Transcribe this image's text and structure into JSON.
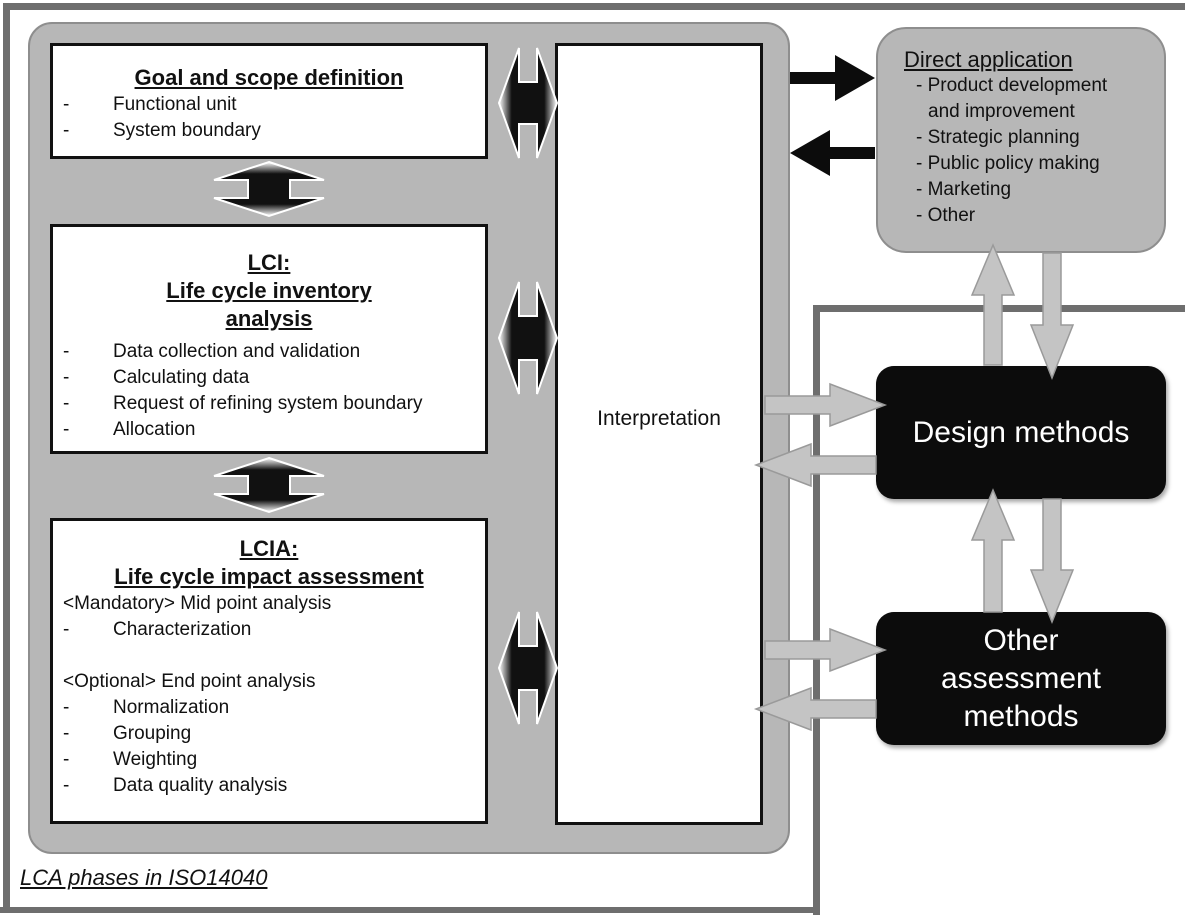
{
  "caption": "LCA phases in ISO14040",
  "goal": {
    "title": "Goal and scope definition",
    "items": [
      "Functional unit",
      "System boundary"
    ]
  },
  "lci": {
    "title_lines": [
      "LCI:",
      "Life cycle inventory",
      "analysis"
    ],
    "items": [
      "Data collection and validation",
      "Calculating data",
      "Request of refining system boundary",
      "Allocation"
    ]
  },
  "lcia": {
    "title_lines": [
      "LCIA:",
      "Life cycle impact assessment"
    ],
    "mandatory_heading": "<Mandatory> Mid point analysis",
    "mandatory_items": [
      "Characterization"
    ],
    "optional_heading": "<Optional> End point analysis",
    "optional_items": [
      "Normalization",
      "Grouping",
      "Weighting",
      "Data quality analysis"
    ]
  },
  "interpretation": "Interpretation",
  "direct_application": {
    "title": "Direct application",
    "items": [
      "- Product development",
      "and improvement",
      "- Strategic planning",
      "- Public policy making",
      "- Marketing",
      "- Other"
    ]
  },
  "design_methods": "Design methods",
  "other_methods": [
    "Other",
    "assessment",
    "methods"
  ],
  "dash": "-"
}
